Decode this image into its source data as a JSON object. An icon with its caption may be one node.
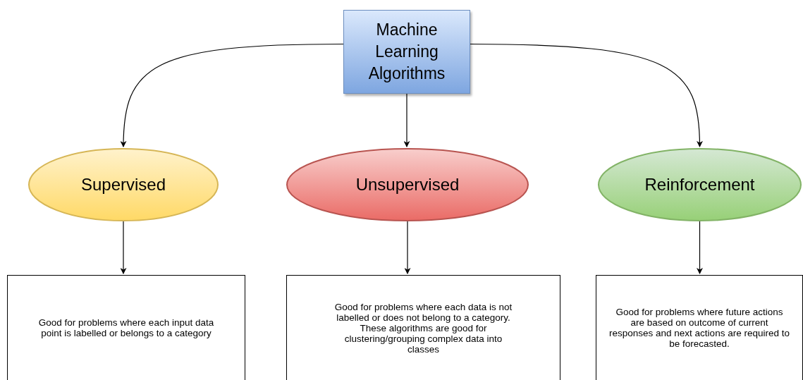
{
  "diagram": {
    "nodes": [
      {
        "text": [
          "Machine Learning Algorithms"
        ]
      },
      {
        "text": [
          "Supervised"
        ]
      },
      {
        "text": [
          "Unsupervised"
        ]
      },
      {
        "text": [
          "Reinforcement"
        ]
      },
      {
        "text": [
          "Good for problems where each input data point is labelled or belongs to a category"
        ]
      },
      {
        "text": [
          "Good for problems where each data is not labelled or does not belong to a category. These algorithms are good for clustering/grouping complex data into classes"
        ]
      },
      {
        "text": [
          "Good for problems where future actions are based on outcome of current responses and next actions are required to be forecasted."
        ]
      }
    ],
    "edges": [
      {
        "from": 0,
        "to": 1,
        "arrow": "to"
      },
      {
        "from": 0,
        "to": 2,
        "arrow": "to"
      },
      {
        "from": 0,
        "to": 3,
        "arrow": "to"
      },
      {
        "from": 1,
        "to": 4,
        "arrow": "to"
      },
      {
        "from": 2,
        "to": 5,
        "arrow": "to"
      },
      {
        "from": 3,
        "to": 6,
        "arrow": "to"
      }
    ]
  }
}
